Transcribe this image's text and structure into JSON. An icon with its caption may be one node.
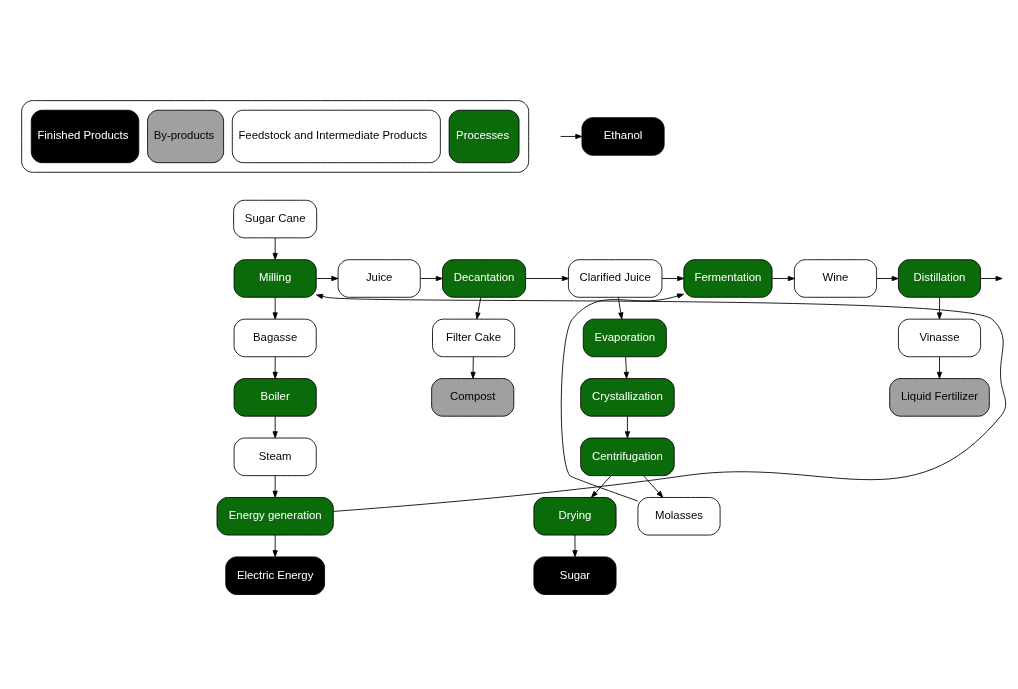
{
  "diagram": {
    "nodes": [
      {
        "text": [
          "Sugar Cane"
        ]
      },
      {
        "text": [
          "Milling"
        ]
      },
      {
        "text": [
          "Juice"
        ]
      },
      {
        "text": [
          "Decantation"
        ]
      },
      {
        "text": [
          "Clarified Juice"
        ]
      },
      {
        "text": [
          "Fermentation"
        ]
      },
      {
        "text": [
          "Wine"
        ]
      },
      {
        "text": [
          "Distillation"
        ]
      },
      {
        "text": [
          "Bagasse"
        ]
      },
      {
        "text": [
          "Filter Cake"
        ]
      },
      {
        "text": [
          "Evaporation"
        ]
      },
      {
        "text": [
          "Molasses"
        ]
      },
      {
        "text": [
          "Vinasse"
        ]
      },
      {
        "text": [
          "Boiler"
        ]
      },
      {
        "text": [
          "Compost"
        ]
      },
      {
        "text": [
          "Liquid Fertilizer"
        ]
      },
      {
        "text": [
          "Steam"
        ]
      },
      {
        "text": [
          "Crystallization"
        ]
      },
      {
        "text": [
          "Centrifugation"
        ]
      },
      {
        "text": [
          "Drying"
        ]
      },
      {
        "text": [
          "Energy generation"
        ]
      },
      {
        "text": [
          "Electric Energy"
        ]
      },
      {
        "text": [
          "Sugar"
        ]
      },
      {
        "text": [
          "Ethanol"
        ]
      }
    ],
    "edges": [
      {
        "from": 0,
        "to": 1,
        "arrow": "to"
      },
      {
        "from": 1,
        "to": 2,
        "arrow": "to"
      },
      {
        "from": 2,
        "to": 3,
        "arrow": "to"
      },
      {
        "from": 3,
        "to": 4,
        "arrow": "to"
      },
      {
        "from": 4,
        "to": 5,
        "arrow": "to"
      },
      {
        "from": 5,
        "to": 6,
        "arrow": "to"
      },
      {
        "from": 6,
        "to": 7,
        "arrow": "to"
      },
      {
        "from": 7,
        "to": null,
        "arrow": "to"
      },
      {
        "from": 1,
        "to": 8,
        "arrow": "to"
      },
      {
        "from": 8,
        "to": 13,
        "arrow": "to"
      },
      {
        "from": 13,
        "to": 16,
        "arrow": "to"
      },
      {
        "from": 16,
        "to": 20,
        "arrow": "to"
      },
      {
        "from": 20,
        "to": 1,
        "arrow": "to"
      },
      {
        "from": 20,
        "to": 21,
        "arrow": "to"
      },
      {
        "from": 3,
        "to": 9,
        "arrow": "to"
      },
      {
        "from": 9,
        "to": 14,
        "arrow": "to"
      },
      {
        "from": 4,
        "to": 10,
        "arrow": "to"
      },
      {
        "from": 10,
        "to": 17,
        "arrow": "to"
      },
      {
        "from": 17,
        "to": 18,
        "arrow": "to"
      },
      {
        "from": 18,
        "to": 11,
        "arrow": "to"
      },
      {
        "from": 11,
        "to": 5,
        "arrow": "to"
      },
      {
        "from": 18,
        "to": 19,
        "arrow": "to"
      },
      {
        "from": 19,
        "to": 22,
        "arrow": "to"
      },
      {
        "from": 7,
        "to": 12,
        "arrow": "to"
      },
      {
        "from": 12,
        "to": 15,
        "arrow": "to"
      },
      {
        "from": null,
        "to": 23,
        "arrow": "to"
      }
    ],
    "legend": [
      {
        "text": "Finished Products",
        "color": "#000000"
      },
      {
        "text": "By-products",
        "color": "#a0a0a0"
      },
      {
        "text": "Feedstock and Intermediate Products",
        "color": "#ffffff"
      },
      {
        "text": "Processes",
        "color": "#0b6b0b"
      }
    ]
  }
}
